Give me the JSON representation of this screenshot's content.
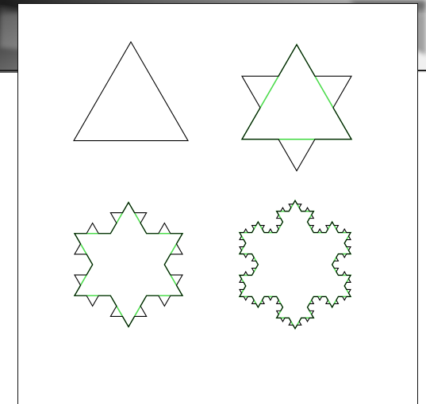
{
  "figure": {
    "stages": [
      {
        "iteration": 0
      },
      {
        "iteration": 1
      },
      {
        "iteration": 2
      },
      {
        "iteration": 3
      }
    ],
    "outline_color": "#000000",
    "highlight_color": "#4ddc4d",
    "backdrop_colors": [
      "#1e1e1e",
      "#7a7a7a",
      "#c4c4c4",
      "#f0f0f0"
    ]
  }
}
